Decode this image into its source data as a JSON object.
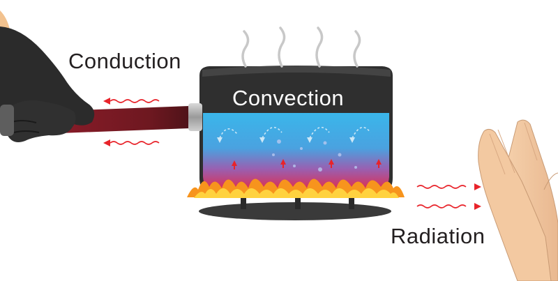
{
  "labels": {
    "conduction": "Conduction",
    "convection": "Convection",
    "radiation": "Radiation"
  },
  "colors": {
    "water_top": "#3ab0e6",
    "water_mid": "#5b8fd8",
    "water_bottom": "#e0254b",
    "pot_body": "#2d2d2d",
    "handle": "#8a1a22",
    "flame_outer": "#f7941d",
    "flame_inner": "#ffe14a",
    "heat_arrow": "#e8232a",
    "glove": "#2b2b2b",
    "skin": "#f3c9a1"
  },
  "icons": {
    "steam": "steam-wisp-icon",
    "heat_wave": "wavy-arrow-icon",
    "circulation": "circular-arrow-icon"
  }
}
